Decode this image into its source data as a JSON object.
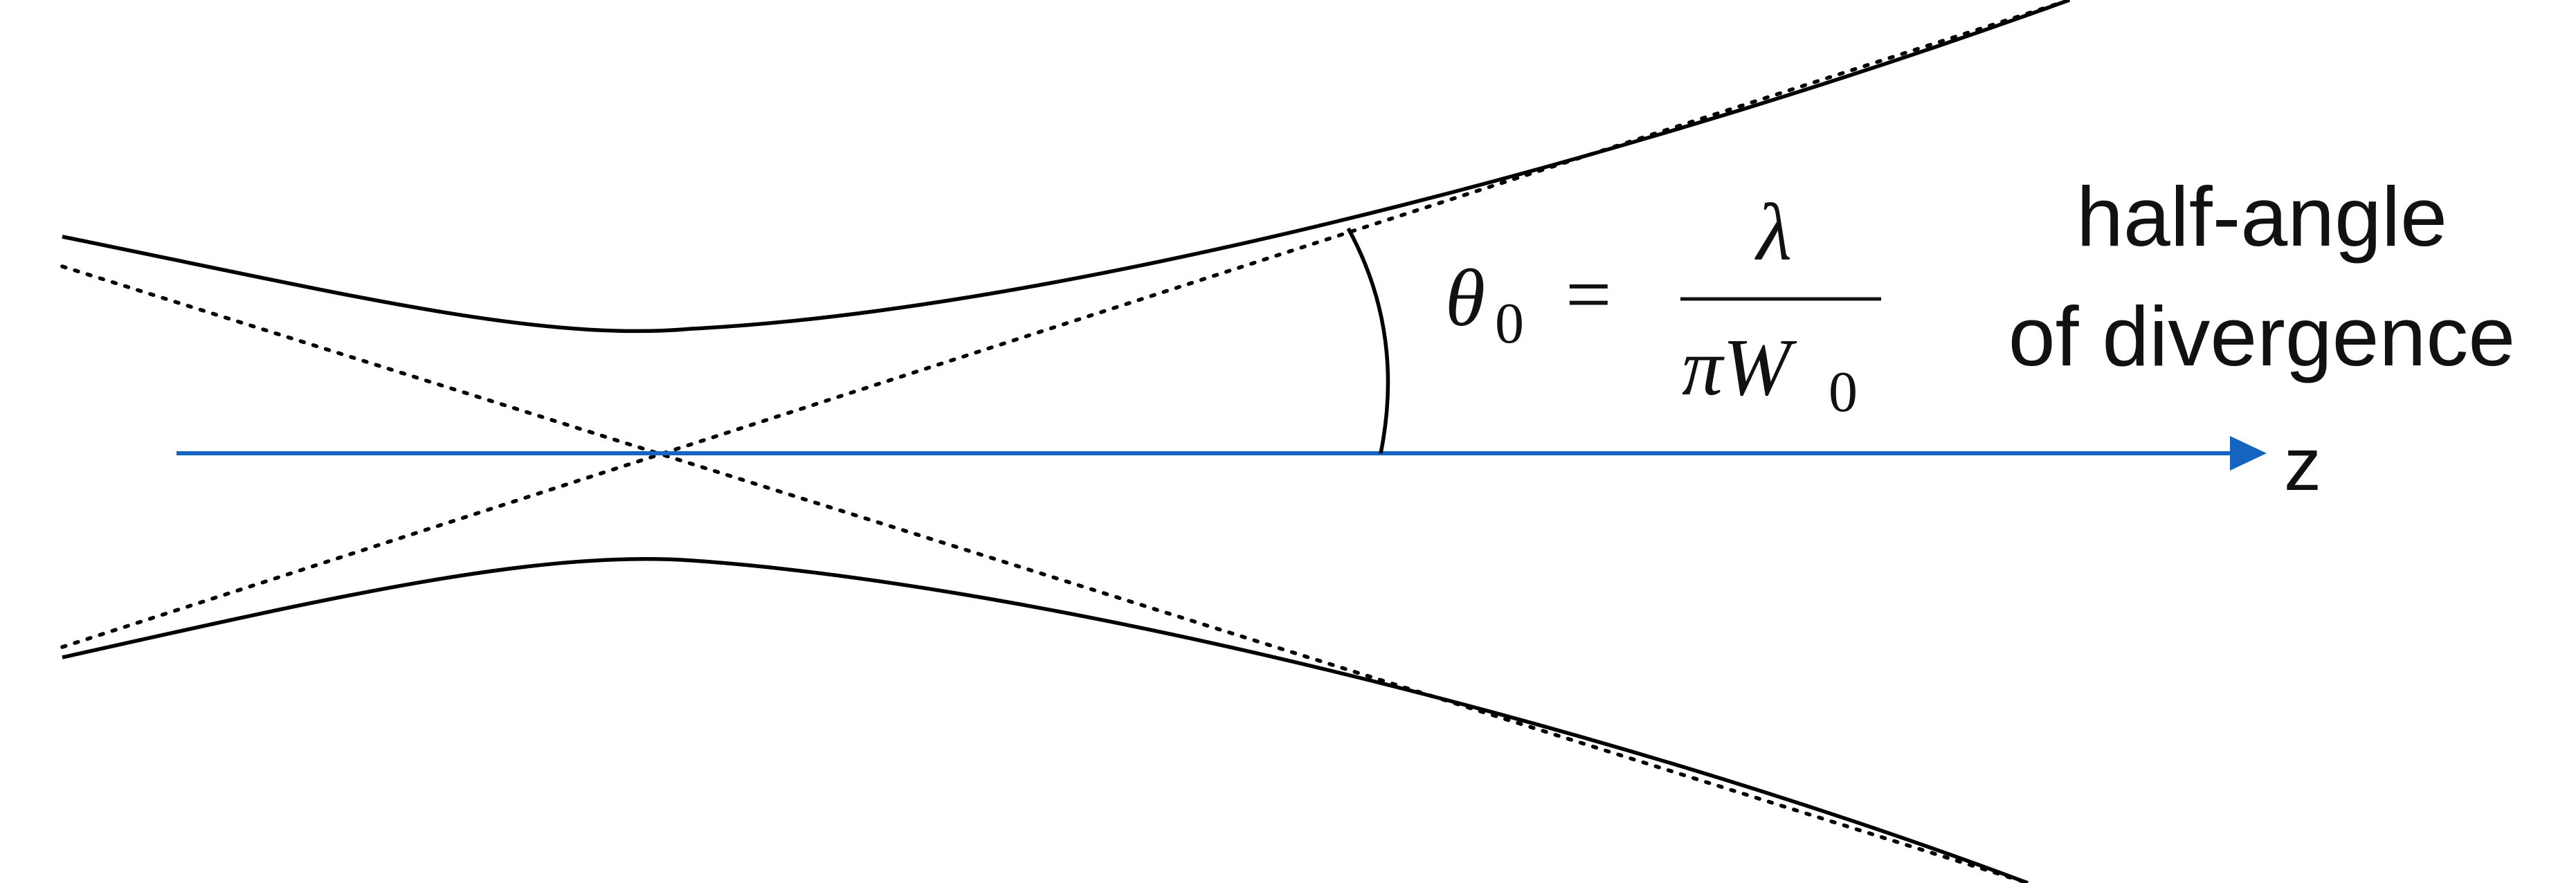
{
  "diagram": {
    "axis_label": "z",
    "formula": {
      "lhs_symbol": "θ",
      "lhs_subscript": "0",
      "equals": "=",
      "numerator": "λ",
      "denominator_symbol": "πW",
      "denominator_subscript": "0"
    },
    "caption_line1": "half-angle",
    "caption_line2": "of divergence",
    "colors": {
      "axis": "#1565c0",
      "beam": "#000000"
    }
  }
}
